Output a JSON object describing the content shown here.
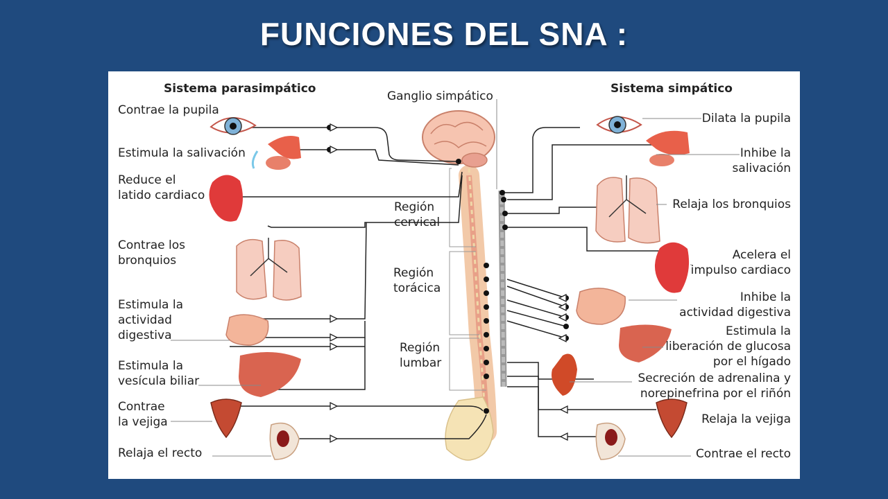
{
  "slide": {
    "title": "FUNCIONES DEL SNA :"
  },
  "diagram": {
    "parasympathetic_header": "Sistema parasimpático",
    "sympathetic_header": "Sistema simpático",
    "ganglion_label": "Ganglio simpático",
    "regions": {
      "cervical": [
        "Región",
        "cervical"
      ],
      "thoracic": [
        "Región",
        "torácica"
      ],
      "lumbar": [
        "Región",
        "lumbar"
      ]
    },
    "parasympathetic": [
      [
        "Contrae la pupila"
      ],
      [
        "Estimula la salivación"
      ],
      [
        "Reduce el",
        "latido cardiaco"
      ],
      [
        "Contrae los",
        "bronquios"
      ],
      [
        "Estimula la",
        "actividad",
        "digestiva"
      ],
      [
        "Estimula la",
        "vesícula biliar"
      ],
      [
        "Contrae",
        "la vejiga"
      ],
      [
        "Relaja el recto"
      ]
    ],
    "sympathetic": [
      [
        "Dilata la pupila"
      ],
      [
        "Inhibe la",
        "salivación"
      ],
      [
        "Relaja los bronquios"
      ],
      [
        "Acelera el",
        "impulso cardiaco"
      ],
      [
        "Inhibe la",
        "actividad digestiva"
      ],
      [
        "Estimula la",
        "liberación de glucosa",
        "por el hígado"
      ],
      [
        "Secreción de adrenalina y",
        "norepinefrina por el riñón"
      ],
      [
        "Relaja la vejiga"
      ],
      [
        "Contrae el recto"
      ]
    ]
  }
}
